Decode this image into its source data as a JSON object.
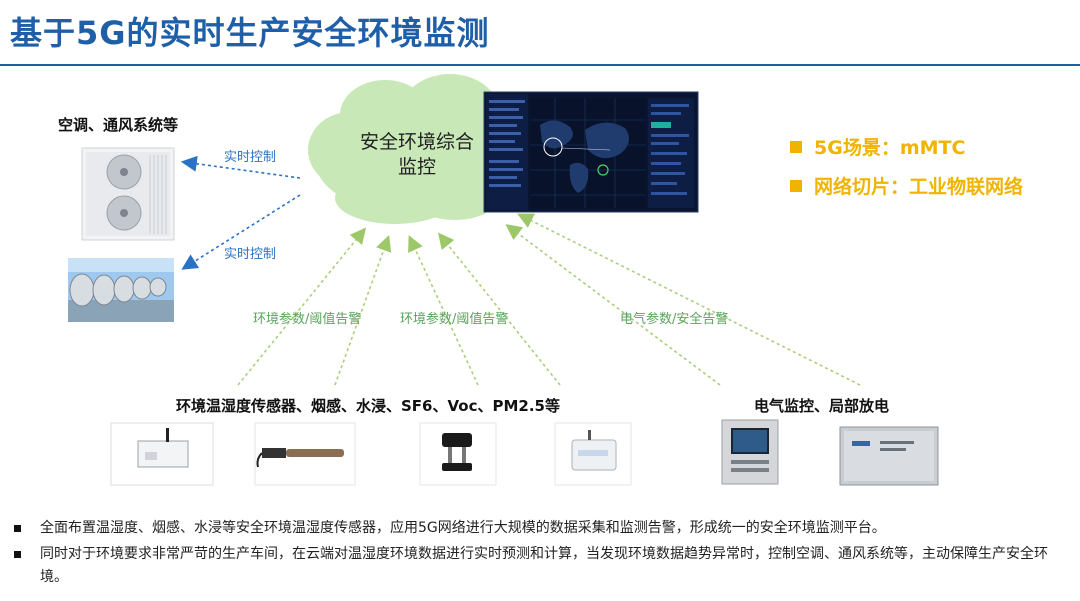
{
  "title": "基于5G的实时生产安全环境监测",
  "cloud_label_line1": "安全环境综合",
  "cloud_label_line2": "监控",
  "left_group_label": "空调、通风系统等",
  "control_label_1": "实时控制",
  "control_label_2": "实时控制",
  "arrow_label_env_1": "环境参数/阈值告警",
  "arrow_label_env_2": "环境参数/阈值告警",
  "arrow_label_elec": "电气参数/安全告警",
  "sensor_group_label": "环境温湿度传感器、烟感、水浸、SF6、Voc、PM2.5等",
  "electric_group_label": "电气监控、局部放电",
  "features": [
    "5G场景：mMTC",
    "网络切片：工业物联网络"
  ],
  "bottom_bullets": [
    "全面布置温湿度、烟感、水浸等安全环境温湿度传感器，应用5G网络进行大规模的数据采集和监测告警，形成统一的安全环境监测平台。",
    "同时对于环境要求非常严苛的生产车间，在云端对温湿度环境数据进行实时预测和计算，当发现环境数据趋势异常时，控制空调、通风系统等，主动保障生产安全环境。"
  ],
  "colors": {
    "title": "#1f5fa8",
    "accent_yellow": "#f0b400",
    "arrow_green": "#a9cf7a",
    "arrow_blue": "#2a73c4",
    "cloud": "#c9e8b8"
  }
}
